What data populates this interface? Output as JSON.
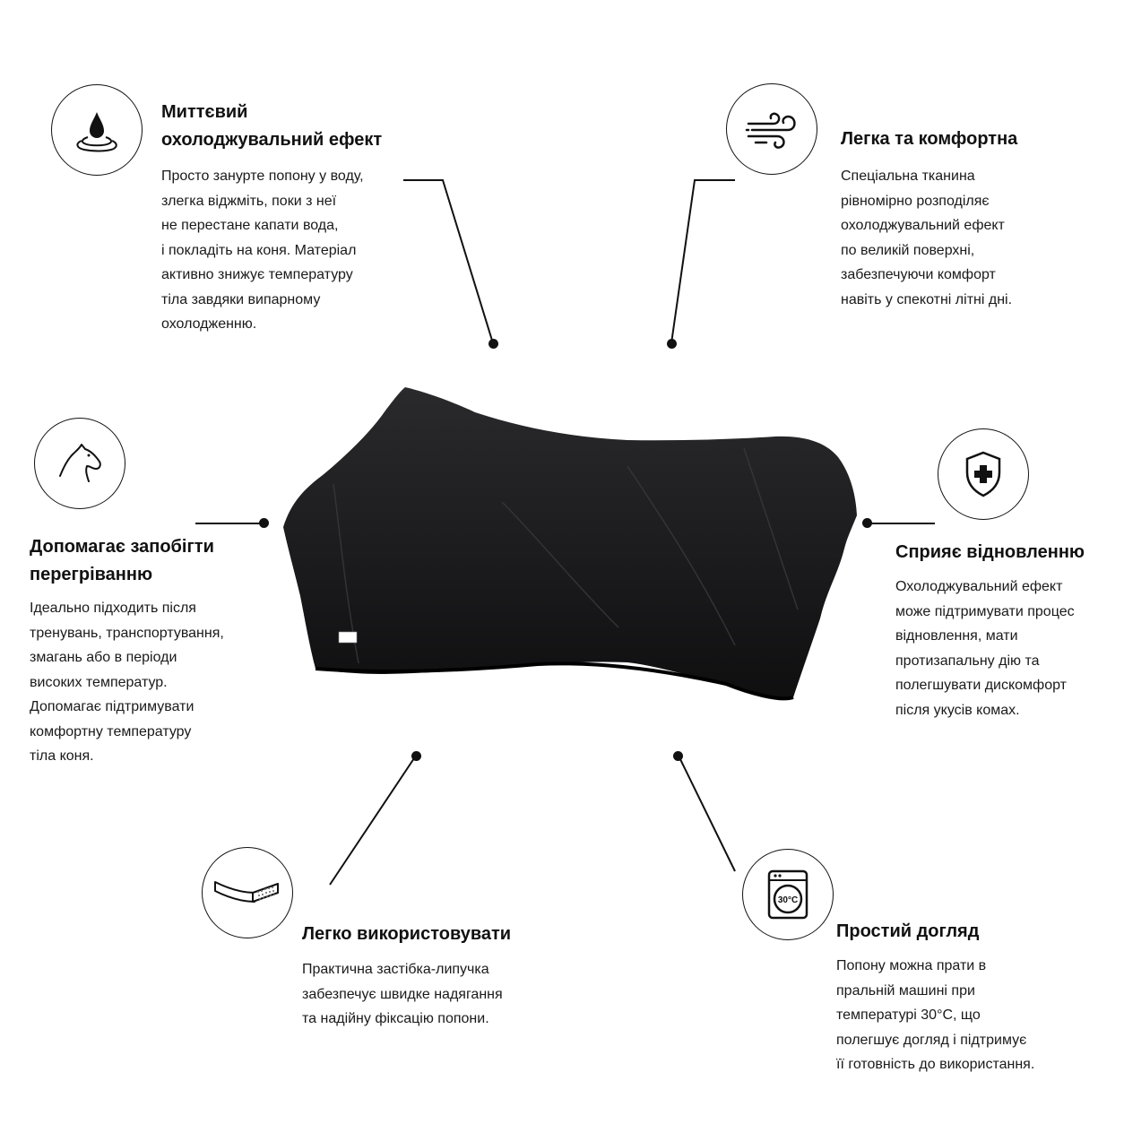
{
  "features": [
    {
      "id": "cooling",
      "icon": "water-drop-icon",
      "title_lines": [
        "Миттєвий",
        "охолоджувальний ефект"
      ],
      "desc_lines": [
        "Просто занурте попону у воду,",
        "злегка віджміть, поки з неї",
        "не перестане капати вода,",
        "і покладіть на коня. Матеріал",
        "активно знижує температуру",
        "тіла завдяки випарному",
        "охолодженню."
      ]
    },
    {
      "id": "light",
      "icon": "wind-icon",
      "title_lines": [
        "Легка та комфортна"
      ],
      "desc_lines": [
        "Спеціальна тканина",
        "рівномірно розподіляє",
        "охолоджувальний ефект",
        "по великій поверхні,",
        "забезпечуючи комфорт",
        "навіть у спекотні літні дні."
      ]
    },
    {
      "id": "overheating",
      "icon": "horse-head-icon",
      "title_lines": [
        "Допомагає запобігти",
        "перегріванню"
      ],
      "desc_lines": [
        "Ідеально підходить після",
        "тренувань, транспортування,",
        "змагань або в періоди",
        "високих температур.",
        "Допомагає підтримувати",
        "комфортну температуру",
        "тіла коня."
      ]
    },
    {
      "id": "recovery",
      "icon": "shield-cross-icon",
      "title_lines": [
        "Сприяє відновленню"
      ],
      "desc_lines": [
        "Охолоджувальний ефект",
        "може підтримувати процес",
        "відновлення, мати",
        "протизапальну дію та",
        "полегшувати дискомфорт",
        "після укусів комах."
      ]
    },
    {
      "id": "easy",
      "icon": "velcro-strap-icon",
      "title_lines": [
        "Легко використовувати"
      ],
      "desc_lines": [
        "Практична застібка-липучка",
        "забезпечує швидке надягання",
        "та надійну фіксацію попони."
      ]
    },
    {
      "id": "care",
      "icon": "washing-machine-icon",
      "icon_text": "30°C",
      "title_lines": [
        "Простий догляд"
      ],
      "desc_lines": [
        "Попону можна прати в",
        "пральній машині при",
        "температурі 30°C, що",
        "полегшує догляд і підтримує",
        "її готовність до використання."
      ]
    }
  ],
  "colors": {
    "ink": "#111111",
    "blanket": "#1c1c1e",
    "background": "#ffffff"
  }
}
